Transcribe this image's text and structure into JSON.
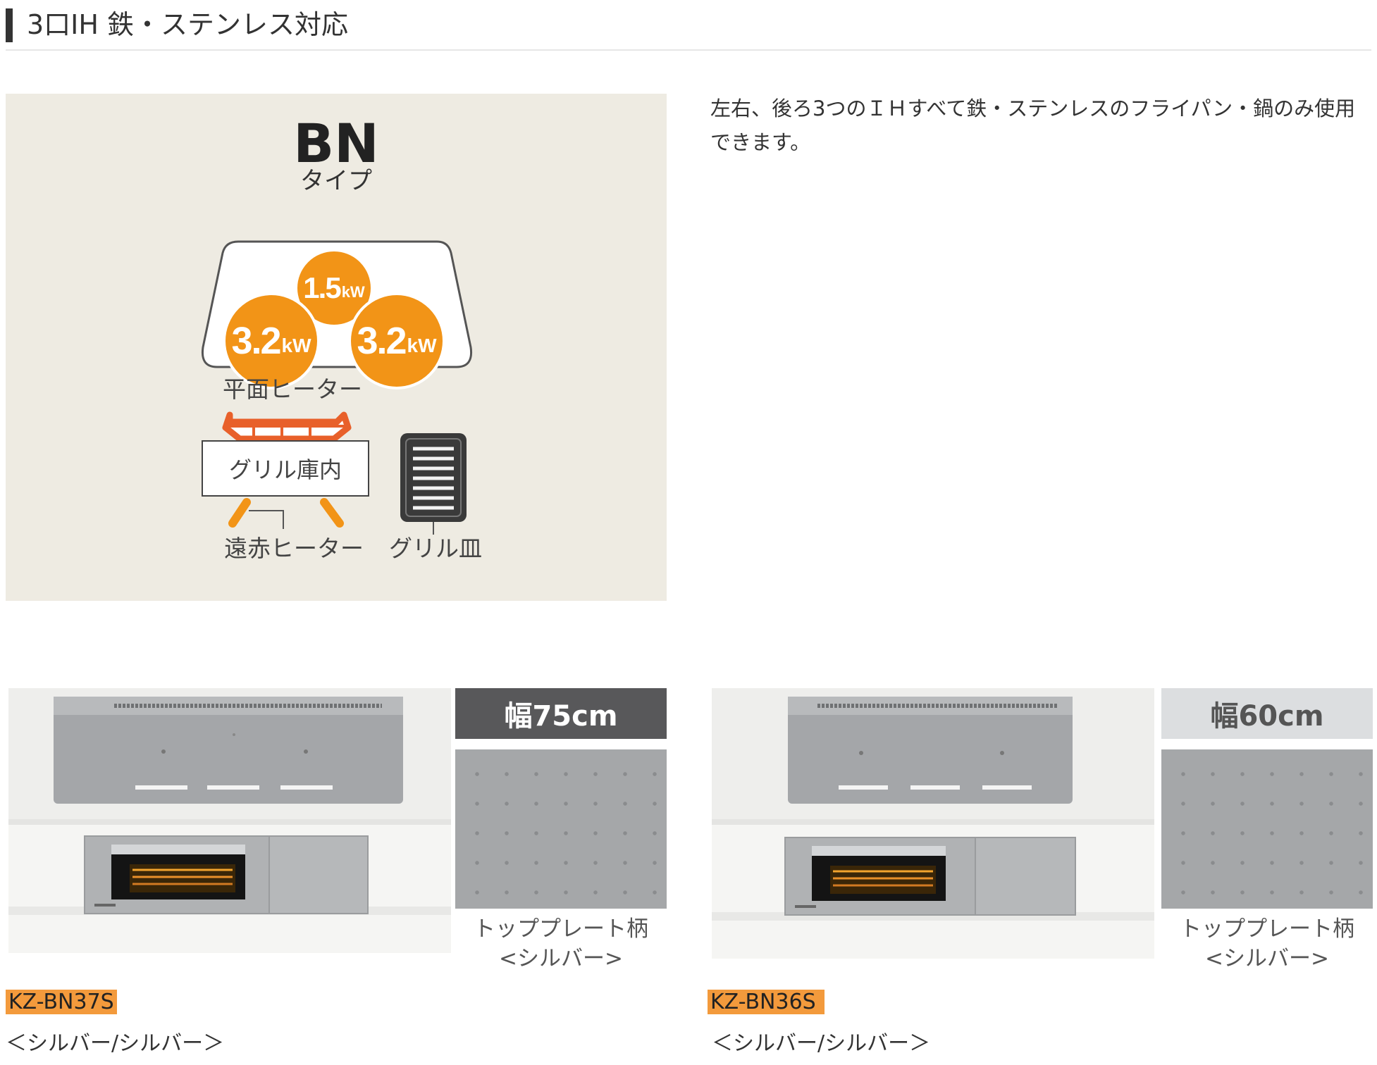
{
  "header": {
    "title": "3口IH 鉄・ステンレス対応"
  },
  "spec_panel": {
    "type_code": "BN",
    "type_label": "タイプ",
    "burners": [
      {
        "value": "1.5",
        "unit": "kW"
      },
      {
        "value": "3.2",
        "unit": "kW"
      },
      {
        "value": "3.2",
        "unit": "kW"
      }
    ],
    "label_flat_heater": "平面ヒーター",
    "label_grill_chamber": "グリル庫内",
    "label_far_infrared_heater": "遠赤ヒーター",
    "label_grill_plate": "グリル皿"
  },
  "description": "左右、後ろ3つのＩＨすべて鉄・ステンレスのフライパン・鍋のみ使用できます。",
  "products": [
    {
      "width_label": "幅75cm",
      "pattern_caption_1": "トッププレート柄",
      "pattern_caption_2": "<シルバー>",
      "model": "KZ-BN37S",
      "color": "＜シルバー/シルバー＞",
      "badge_color": "#58585a",
      "badge_text_color": "#ffffff"
    },
    {
      "width_label": "幅60cm",
      "pattern_caption_1": "トッププレート柄",
      "pattern_caption_2": "<シルバー>",
      "model": "KZ-BN36S",
      "color": "＜シルバー/シルバー＞",
      "badge_color": "#dcdee0",
      "badge_text_color": "#555555"
    }
  ],
  "colors": {
    "burner": "#f29417",
    "heater": "#e8602a",
    "panel_bg": "#eeebe2",
    "model_highlight": "#f39a3c"
  }
}
